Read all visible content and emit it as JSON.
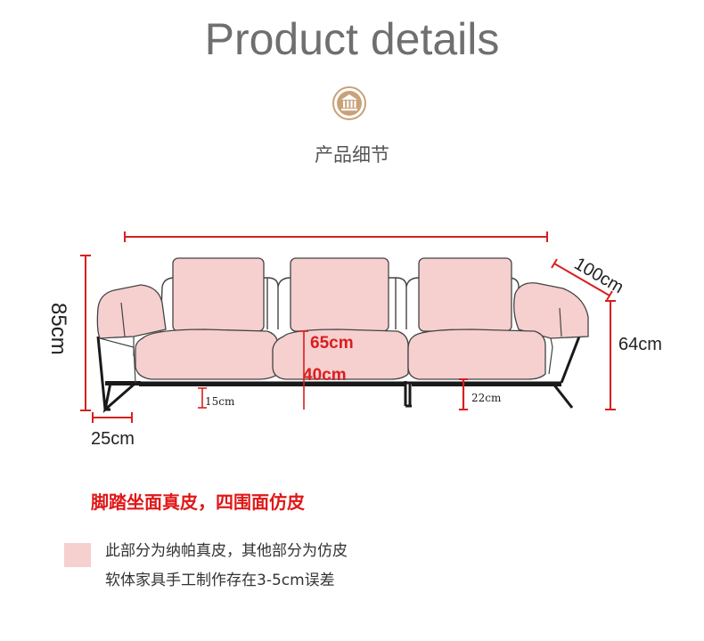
{
  "header": {
    "title": "Product details",
    "subtitle": "产品细节",
    "emblem_icon": "temple-building-icon",
    "emblem_color": "#c8a27a"
  },
  "dimensions": {
    "depth": "100cm",
    "height": "85cm",
    "arm_height": "64cm",
    "back_height": "65cm",
    "seat_height": "40cm",
    "leg_height_left": "15cm",
    "leg_height_right": "22cm",
    "arm_width": "25cm"
  },
  "notes": {
    "material_red": "脚踏坐面真皮，四围面仿皮",
    "legend_text": "此部分为纳帕真皮，其他部分为仿皮",
    "tolerance": "软体家具手工制作存在3-5cm误差"
  },
  "colors": {
    "leather_pink": "#f6cfcf",
    "dimension_red": "#d81f1f",
    "frame_black": "#1a1a1a",
    "note_red": "#e01818"
  }
}
